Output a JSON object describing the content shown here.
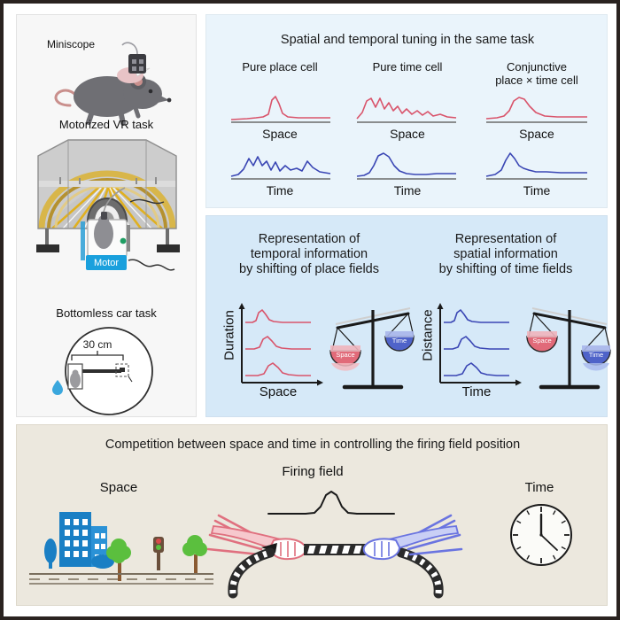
{
  "figure": {
    "panels": {
      "tasks": {
        "name": "Behavioral tasks panel",
        "items": [
          {
            "label": "Miniscope",
            "icon": "miniscope-mouse-icon"
          },
          {
            "label": "Motorized VR task",
            "icon": "vr-rig-icon"
          },
          {
            "label": "Bottomless car task",
            "icon": "circular-arena-icon"
          }
        ],
        "motor_label": "Motor",
        "distance_label": "30 cm"
      },
      "tuning": {
        "title": "Spatial and temporal tuning in the same task",
        "cells": [
          {
            "title_lines": [
              "Pure place cell"
            ],
            "space_label": "Space",
            "time_label": "Time",
            "space_profile": "sharp-single-peak",
            "time_profile": "noisy-multi-peak"
          },
          {
            "title_lines": [
              "Pure time cell"
            ],
            "space_label": "Space",
            "time_label": "Time",
            "space_profile": "noisy-multi-peak",
            "time_profile": "sharp-single-peak"
          },
          {
            "title_lines": [
              "Conjunctive",
              "place × time cell"
            ],
            "space_label": "Space",
            "time_label": "Time",
            "space_profile": "broad-single-peak",
            "time_profile": "sharp-single-peak"
          }
        ]
      },
      "representation": {
        "blocks": [
          {
            "title_lines": [
              "Representation of",
              "temporal information",
              "by shifting of place fields"
            ],
            "ylabel": "Duration",
            "xlabel": "Space",
            "trace_color": "#d9546b",
            "n_traces": 3,
            "balance": {
              "heavy_side": "left",
              "left_pan_label": "Space",
              "right_pan_label": "Time",
              "left_pan_color": "#e8707f",
              "right_pan_color": "#4f63c9"
            }
          },
          {
            "title_lines": [
              "Representation of",
              "spatial information",
              "by shifting of time fields"
            ],
            "ylabel": "Distance",
            "xlabel": "Time",
            "trace_color": "#3a46b4",
            "n_traces": 3,
            "balance": {
              "heavy_side": "right",
              "left_pan_label": "Space",
              "right_pan_label": "Time",
              "left_pan_color": "#e8707f",
              "right_pan_color": "#4f63c9"
            }
          }
        ]
      },
      "competition": {
        "title": "Competition between space and time in controlling the firing field position",
        "left_label": "Space",
        "center_label": "Firing field",
        "right_label": "Time",
        "left_icon": "cityscape-road-icon",
        "center_icon": "tug-of-war-icon",
        "right_icon": "analog-clock-icon"
      }
    },
    "colors": {
      "space_red": "#d9546b",
      "time_blue": "#3a46b4",
      "panel_light_blue": "#eaf4fb",
      "panel_blue": "#d6e9f8",
      "panel_beige": "#ece8de",
      "panel_gray": "#f7f7f7",
      "frame_dark": "#2a2320"
    }
  }
}
